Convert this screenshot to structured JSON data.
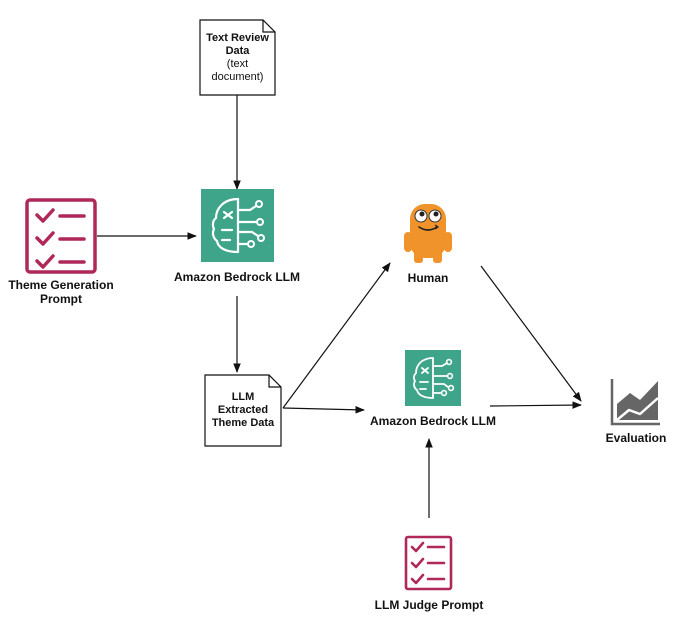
{
  "nodes": {
    "text_review_doc": {
      "title_line1": "Text Review",
      "title_line2": "Data",
      "sub_line1": "(text",
      "sub_line2": "document)"
    },
    "theme_prompt": {
      "label_line1": "Theme Generation",
      "label_line2": "Prompt",
      "icon": "checklist-icon"
    },
    "bedrock_main": {
      "label": "Amazon Bedrock LLM",
      "icon": "bedrock-brain-icon"
    },
    "extracted_doc": {
      "line1": "LLM",
      "line2": "Extracted",
      "line3": "Theme Data"
    },
    "human": {
      "label": "Human",
      "icon": "human-robot-icon"
    },
    "bedrock_judge": {
      "label": "Amazon Bedrock LLM",
      "icon": "bedrock-brain-icon"
    },
    "judge_prompt": {
      "label": "LLM Judge Prompt",
      "icon": "checklist-icon"
    },
    "evaluation": {
      "label": "Evaluation",
      "icon": "area-chart-icon"
    }
  },
  "colors": {
    "bedrock": "#3fa58a",
    "prompt": "#b0275a",
    "human": "#f0932b",
    "chart": "#666666",
    "line": "#111111"
  }
}
